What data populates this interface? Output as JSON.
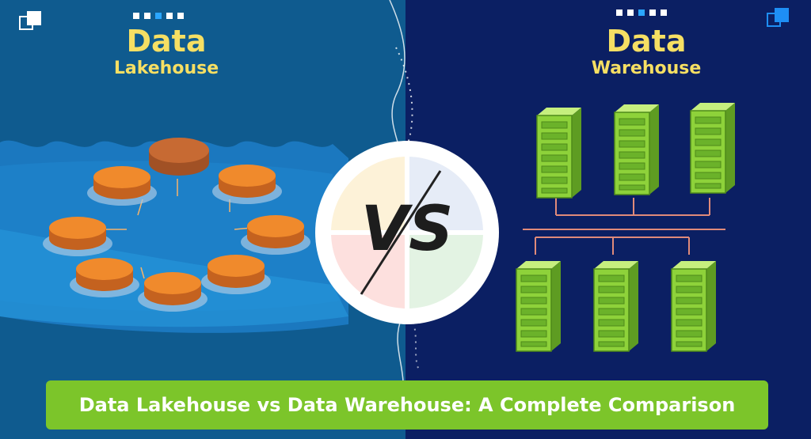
{
  "left": {
    "title_big": "Data",
    "title_small": "Lakehouse"
  },
  "right": {
    "title_big": "Data",
    "title_small": "Warehouse"
  },
  "vs_label": "VS",
  "banner": {
    "text": "Data Lakehouse vs Data Warehouse: A Complete Comparison"
  },
  "colors": {
    "left_bg": "#0f5b8f",
    "right_bg": "#0b1f63",
    "title": "#f6df63",
    "banner": "#7cc52a",
    "disk": "#f08a2c",
    "server": "#8ed23a"
  }
}
